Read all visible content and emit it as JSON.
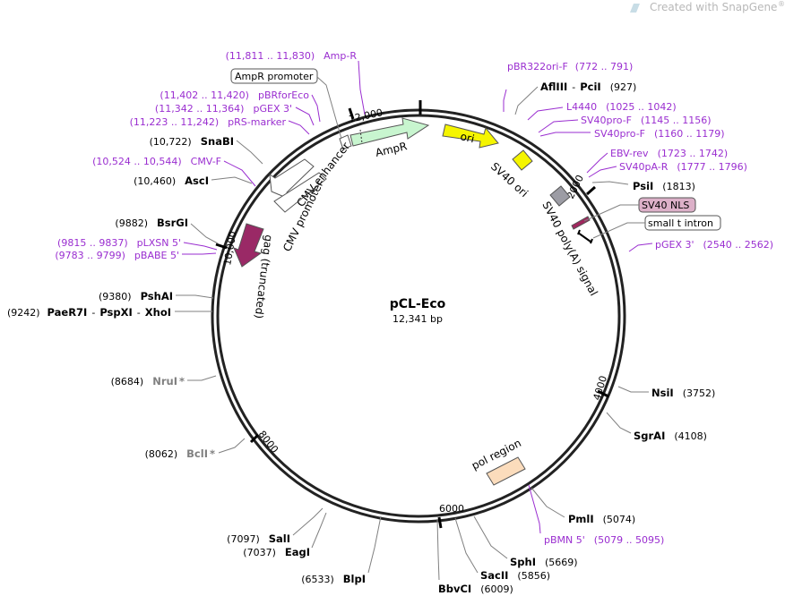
{
  "header": {
    "credit": "Created with SnapGene",
    "reg": "®"
  },
  "plasmid": {
    "name": "pCL-Eco",
    "size": "12,341 bp"
  },
  "ticks": [
    "2000",
    "4000",
    "6000",
    "8000",
    "10,000",
    "12,000"
  ],
  "features": {
    "ampr": "AmpR",
    "ampr_promoter": "AmpR promoter",
    "ori": "ori",
    "sv40_ori": "SV40 ori",
    "sv40_polya": "SV40 poly(A) signal",
    "sv40_nls": "SV40 NLS",
    "small_t_intron": "small t intron",
    "cmv_enhancer": "CMV enhancer",
    "cmv_promoter": "CMV promoter",
    "gag": "gag (truncated)",
    "pol_region": "pol region"
  },
  "enzymes": [
    {
      "name": "AflIII",
      "sep": "-",
      "name2": "PciI",
      "pos": "(927)"
    },
    {
      "name": "PsiI",
      "pos": "(1813)"
    },
    {
      "name": "NsiI",
      "pos": "(3752)"
    },
    {
      "name": "SgrAI",
      "pos": "(4108)"
    },
    {
      "name": "PmlI",
      "pos": "(5074)"
    },
    {
      "name": "SphI",
      "pos": "(5669)"
    },
    {
      "name": "SacII",
      "pos": "(5856)"
    },
    {
      "name": "BbvCI",
      "pos": "(6009)"
    },
    {
      "name": "BlpI",
      "pos": "(6533)"
    },
    {
      "name": "EagI",
      "pos": "(7037)"
    },
    {
      "name": "SalI",
      "pos": "(7097)"
    },
    {
      "name": "BclI",
      "pos": "(8062)",
      "star": "*"
    },
    {
      "name": "NruI",
      "pos": "(8684)",
      "star": "*"
    },
    {
      "name": "PaeR7I",
      "name2": "PspXI",
      "name3": "XhoI",
      "pos": "(9242)"
    },
    {
      "name": "PshAI",
      "pos": "(9380)"
    },
    {
      "name": "BsrGI",
      "pos": "(9882)"
    },
    {
      "name": "AscI",
      "pos": "(10,460)"
    },
    {
      "name": "SnaBI",
      "pos": "(10,722)"
    }
  ],
  "primers": [
    {
      "name": "pBR322ori-F",
      "range": "(772 .. 791)"
    },
    {
      "name": "L4440",
      "range": "(1025 .. 1042)"
    },
    {
      "name": "SV40pro-F",
      "range": "(1145 .. 1156)"
    },
    {
      "name": "SV40pro-F",
      "range": "(1160 .. 1179)"
    },
    {
      "name": "EBV-rev",
      "range": "(1723 .. 1742)"
    },
    {
      "name": "SV40pA-R",
      "range": "(1777 .. 1796)"
    },
    {
      "name": "pGEX 3'",
      "range": "(2540 .. 2562)"
    },
    {
      "name": "pBMN 5'",
      "range": "(5079 .. 5095)"
    },
    {
      "name": "Amp-R",
      "range": "(11,811 .. 11,830)"
    },
    {
      "name": "pBRforEco",
      "range": "(11,402 .. 11,420)"
    },
    {
      "name": "pGEX 3'",
      "range": "(11,342 .. 11,364)"
    },
    {
      "name": "pRS-marker",
      "range": "(11,223 .. 11,242)"
    },
    {
      "name": "CMV-F",
      "range": "(10,524 .. 10,544)"
    },
    {
      "name": "pLXSN 5'",
      "range": "(9815 .. 9837)"
    },
    {
      "name": "pBABE 5'",
      "range": "(9783 .. 9799)"
    }
  ]
}
